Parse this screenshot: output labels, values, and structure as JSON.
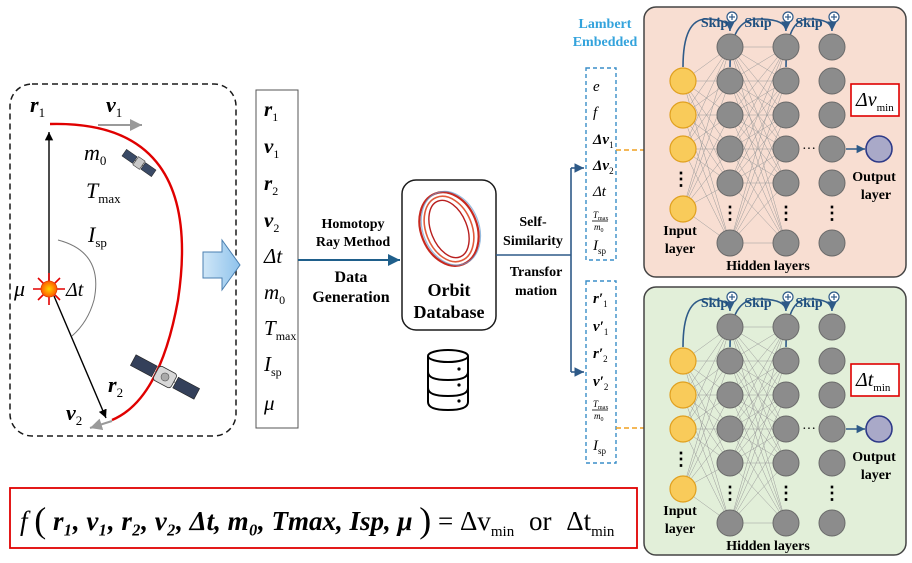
{
  "scenario": {
    "r1": "r",
    "r1_sub": "1",
    "v1": "v",
    "v1_sub": "1",
    "m0": "m",
    "m0_sub": "0",
    "tmax": "T",
    "tmax_sub": "max",
    "isp": "I",
    "isp_sub": "sp",
    "mu": "μ",
    "dt": "Δt",
    "r2": "r",
    "r2_sub": "2",
    "v2": "v",
    "v2_sub": "2"
  },
  "inputs": [
    {
      "main": "r",
      "sub": "1",
      "style": "bi"
    },
    {
      "main": "v",
      "sub": "1",
      "style": "bi"
    },
    {
      "main": "r",
      "sub": "2",
      "style": "bi"
    },
    {
      "main": "v",
      "sub": "2",
      "style": "bi"
    },
    {
      "main": "Δt",
      "sub": "",
      "style": "i"
    },
    {
      "main": "m",
      "sub": "0",
      "style": "i"
    },
    {
      "main": "T",
      "sub": "max",
      "style": "i"
    },
    {
      "main": "I",
      "sub": "sp",
      "style": "i"
    },
    {
      "main": "μ",
      "sub": "",
      "style": "i"
    }
  ],
  "homotopy": {
    "line1": "Homotopy",
    "line2": "Ray Method"
  },
  "datagen": {
    "line1": "Data",
    "line2": "Generation"
  },
  "database": {
    "line1": "Orbit",
    "line2": "Database"
  },
  "selfsim": {
    "line1": "Self-",
    "line2": "Similarity"
  },
  "transform": {
    "line1": "Transfor",
    "line2": "mation"
  },
  "lambert": {
    "line1": "Lambert",
    "line2": "Embedded"
  },
  "features_top": [
    {
      "main": "e",
      "sub": "",
      "style": "i"
    },
    {
      "main": "f",
      "sub": "",
      "style": "i"
    },
    {
      "main": "Δv",
      "sub": "1",
      "style": "bi"
    },
    {
      "main": "Δv",
      "sub": "2",
      "style": "bi"
    },
    {
      "main": "Δt",
      "sub": "",
      "style": "i"
    },
    {
      "main": "T",
      "sub": "max",
      "style": "frac"
    },
    {
      "main": "I",
      "sub": "sp",
      "style": "i"
    }
  ],
  "features_bottom": [
    {
      "main": "r′",
      "sub": "1",
      "style": "bi"
    },
    {
      "main": "v′",
      "sub": "1",
      "style": "bi"
    },
    {
      "main": "r′",
      "sub": "2",
      "style": "bi"
    },
    {
      "main": "v′",
      "sub": "2",
      "style": "bi"
    },
    {
      "main": "T",
      "sub": "max",
      "style": "frac"
    },
    {
      "main": "I",
      "sub": "sp",
      "style": "i"
    }
  ],
  "frac": {
    "num": "T",
    "num_sub": "max",
    "den": "m",
    "den_sub": "0"
  },
  "nn_top": {
    "skip": "Skip",
    "input_label_1": "Input",
    "input_label_2": "layer",
    "output_label_1": "Output",
    "output_label_2": "layer",
    "hidden_label": "Hidden layers",
    "ellipsis": "⋮",
    "hdots": "···",
    "target": "Δv",
    "target_sub": "min",
    "colors": {
      "bg": "#f8ded2",
      "input_node": "#f9cb5a",
      "hidden_node": "#8c8c8c",
      "output_node": "#a9a9c8"
    }
  },
  "nn_bottom": {
    "skip": "Skip",
    "input_label_1": "Input",
    "input_label_2": "layer",
    "output_label_1": "Output",
    "output_label_2": "layer",
    "hidden_label": "Hidden layers",
    "ellipsis": "⋮",
    "hdots": "···",
    "target": "Δt",
    "target_sub": "min",
    "colors": {
      "bg": "#e2efd9",
      "input_node": "#f9cb5a",
      "hidden_node": "#8c8c8c",
      "output_node": "#a9a9c8"
    }
  },
  "formula": {
    "f": "f",
    "open": "(",
    "args": "r₁, v₁, r₂, v₂, Δt, m₀, Tmax, Isp, μ",
    "close": ")",
    "eq": "= Δv",
    "eq_sub": "min",
    "or": "or",
    "dt": "Δt",
    "dt_sub": "min"
  }
}
